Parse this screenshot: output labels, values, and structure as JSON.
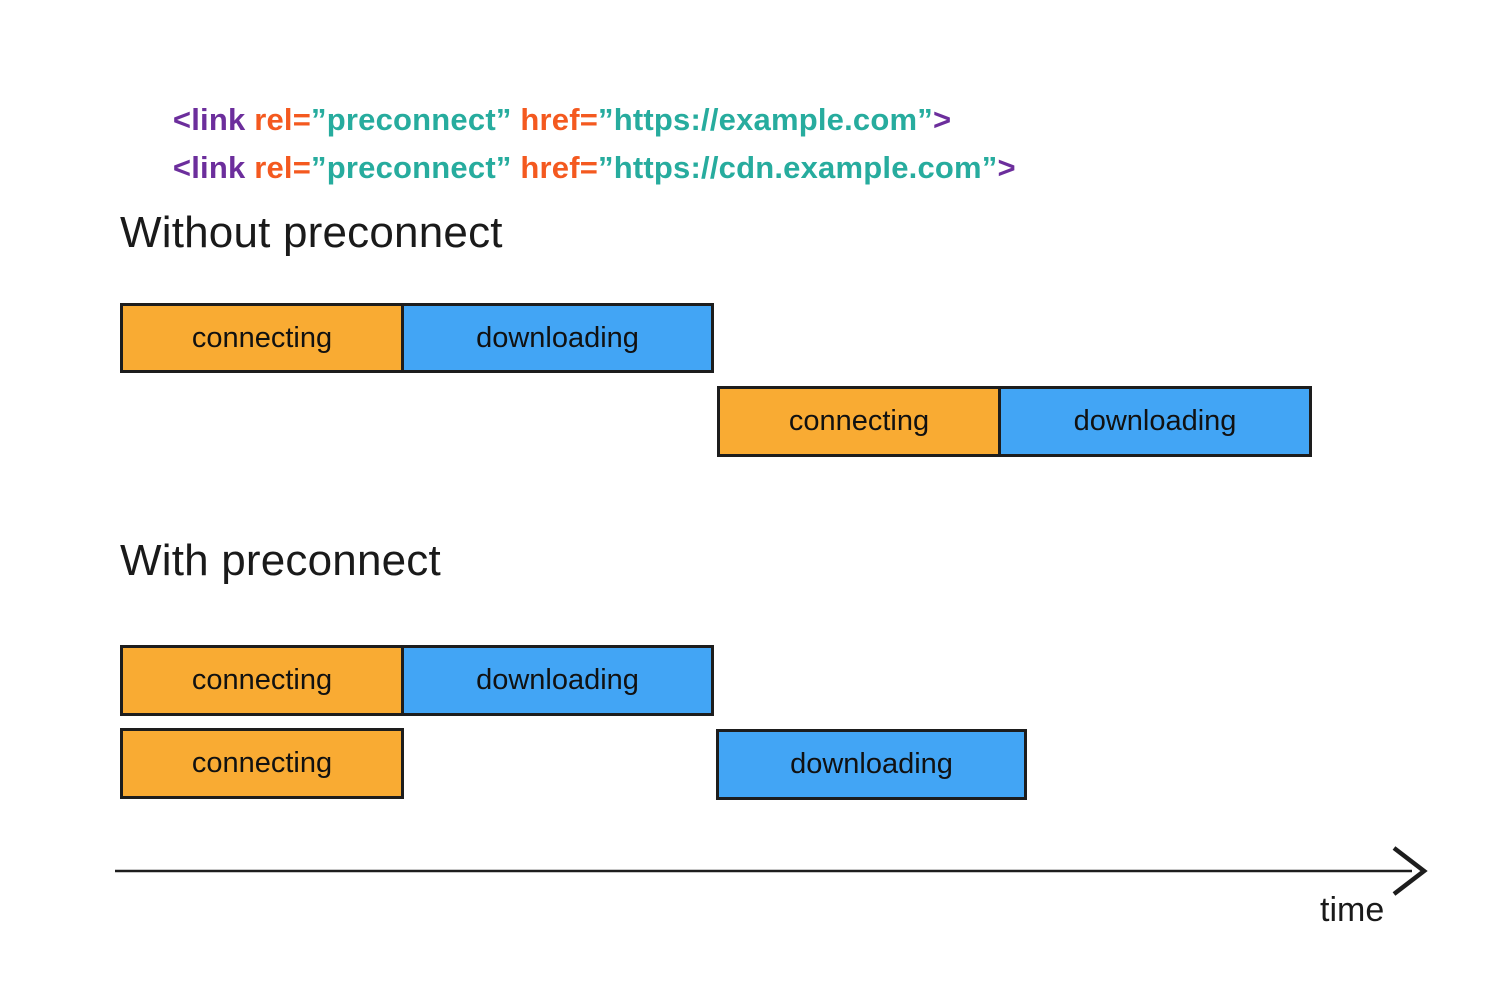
{
  "palette": {
    "code-purple": "#6C2E9C",
    "code-orange": "#F4591F",
    "code-teal": "#27AC9E",
    "bar-orange": "#F9AB33",
    "bar-blue": "#42A5F5",
    "bar-border": "#1D1D1D",
    "text": "#1A1A1A"
  },
  "code": {
    "lines": [
      {
        "tokens": [
          {
            "text": "<link",
            "color": "purple"
          },
          {
            "text": " rel=",
            "color": "orange"
          },
          {
            "text": "”preconnect”",
            "color": "teal"
          },
          {
            "text": " href=",
            "color": "orange"
          },
          {
            "text": "”https://example.com”",
            "color": "teal"
          },
          {
            "text": ">",
            "color": "purple"
          }
        ]
      },
      {
        "tokens": [
          {
            "text": "<link",
            "color": "purple"
          },
          {
            "text": " rel=",
            "color": "orange"
          },
          {
            "text": "”preconnect”",
            "color": "teal"
          },
          {
            "text": " href=",
            "color": "orange"
          },
          {
            "text": "”https://cdn.example.com”",
            "color": "teal"
          },
          {
            "text": ">",
            "color": "purple"
          }
        ]
      }
    ]
  },
  "sections": [
    {
      "title": "Without preconnect",
      "rows": [
        {
          "segments": [
            {
              "label": "connecting",
              "phase": "connect"
            },
            {
              "label": "downloading",
              "phase": "download"
            }
          ]
        },
        {
          "segments": [
            {
              "label": "connecting",
              "phase": "connect"
            },
            {
              "label": "downloading",
              "phase": "download"
            }
          ]
        }
      ]
    },
    {
      "title": "With preconnect",
      "rows": [
        {
          "segments": [
            {
              "label": "connecting",
              "phase": "connect"
            },
            {
              "label": "downloading",
              "phase": "download"
            }
          ]
        },
        {
          "segments": [
            {
              "label": "connecting",
              "phase": "connect"
            },
            {
              "label": "downloading",
              "phase": "download"
            }
          ]
        }
      ]
    }
  ],
  "axis": {
    "label": "time"
  }
}
